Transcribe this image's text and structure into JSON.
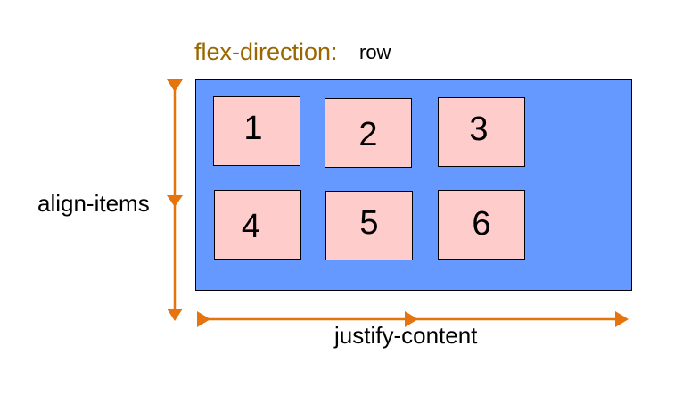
{
  "diagram": {
    "title": {
      "property": "flex-direction:",
      "value": "row"
    },
    "items": [
      "1",
      "2",
      "3",
      "4",
      "5",
      "6"
    ],
    "axes": {
      "cross_axis_label": "align-items",
      "main_axis_label": "justify-content"
    }
  },
  "colors": {
    "container": "#6699ff",
    "item": "#ffcccc",
    "arrow": "#e5730e",
    "title_property": "#996600"
  }
}
